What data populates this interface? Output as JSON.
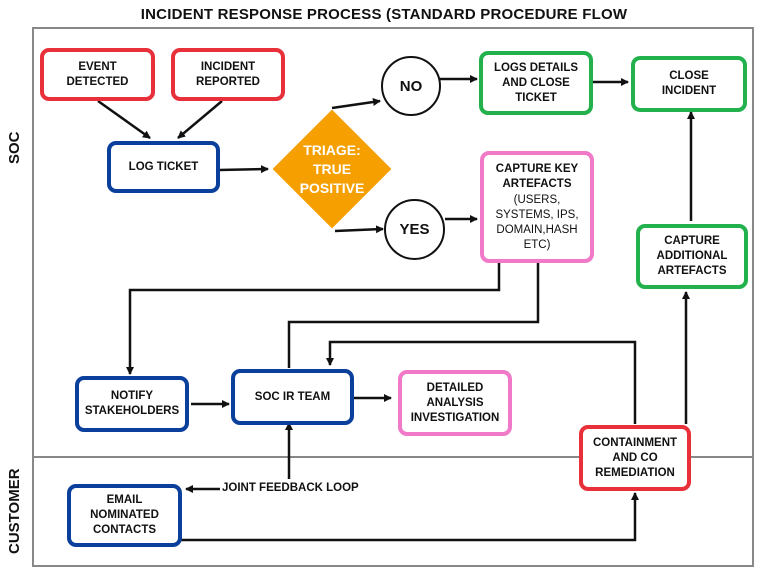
{
  "title": "INCIDENT RESPONSE PROCESS (STANDARD PROCEDURE FLOW",
  "lanes": {
    "soc": "SOC",
    "customer": "CUSTOMER"
  },
  "nodes": {
    "event_detected": "EVENT DETECTED",
    "incident_reported": "INCIDENT REPORTED",
    "log_ticket": "LOG TICKET",
    "triage": "TRIAGE: TRUE POSITIVE",
    "no": "NO",
    "yes": "YES",
    "logs_details_close": "LOGS DETAILS AND CLOSE TICKET",
    "close_incident": "CLOSE INCIDENT",
    "capture_key_title": "CAPTURE KEY ARTEFACTS",
    "capture_key_detail": "(USERS, SYSTEMS, IPS, DOMAIN,HASH ETC)",
    "capture_additional": "CAPTURE ADDITIONAL ARTEFACTS",
    "notify_stakeholders": "NOTIFY STAKEHOLDERS",
    "soc_ir_team": "SOC IR TEAM",
    "detailed_analysis": "DETAILED ANALYSIS INVESTIGATION",
    "containment": "CONTAINMENT AND CO REMEDIATION",
    "email_contacts": "EMAIL NOMINATED CONTACTS"
  },
  "edges": {
    "joint_feedback_loop": "JOINT FEEDBACK LOOP"
  },
  "colors": {
    "red": "#e8303a",
    "blue": "#0b3f9c",
    "green": "#22b14c",
    "pink": "#f07ac8",
    "orange": "#f5a000",
    "lane_border": "#888888"
  }
}
